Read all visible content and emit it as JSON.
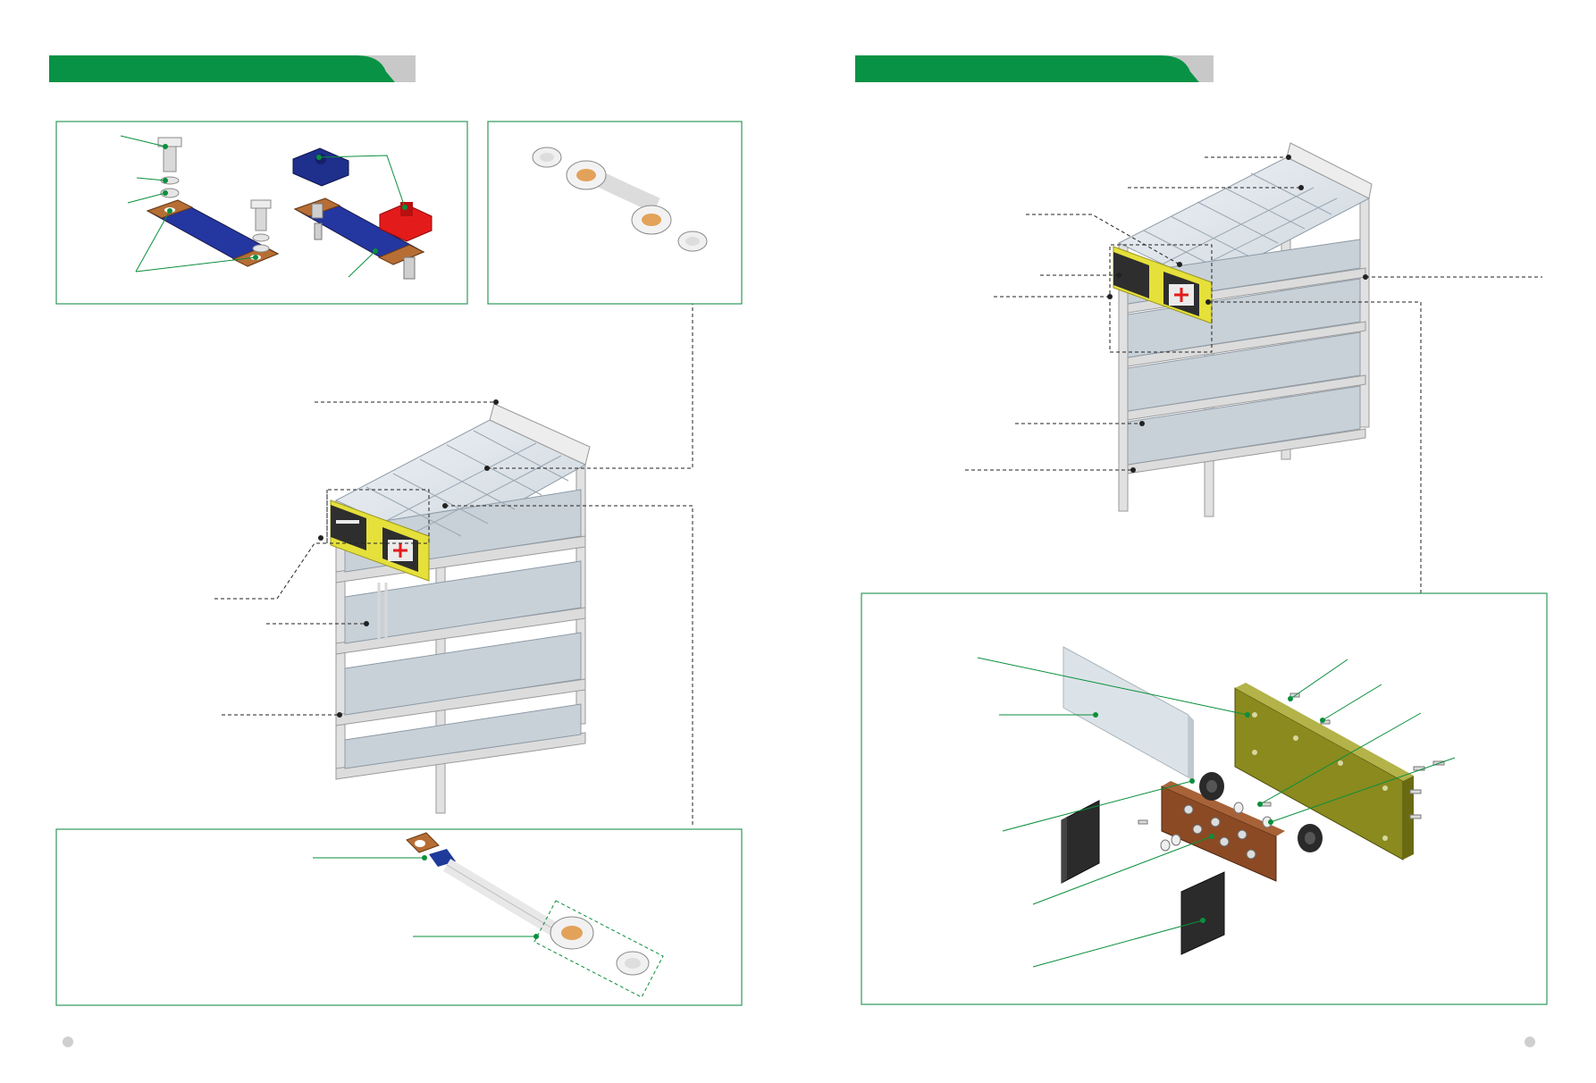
{
  "colors": {
    "brand_green": "#079245",
    "tab_grey": "#c8c8c8",
    "frame_grey": "#dedede",
    "battery_blue_grey": "#dfe6ec",
    "busbar_yellow": "#e5e03a",
    "copper": "#b5713a",
    "terminal_red": "#e41b1b",
    "terminal_blue": "#1f2f8c",
    "leader_black": "#222222",
    "callout_green": "#0a8f3c"
  },
  "panels": {
    "left_page": {
      "header_bar": "green",
      "parts": [
        "busbar-kit",
        "cable-lug-connector",
        "battery-rack",
        "cable-assembly"
      ]
    },
    "right_page": {
      "header_bar": "green",
      "parts": [
        "double-battery-rack",
        "terminal-block-exploded"
      ]
    }
  },
  "icons": [
    "page-dot-left",
    "page-dot-right"
  ]
}
